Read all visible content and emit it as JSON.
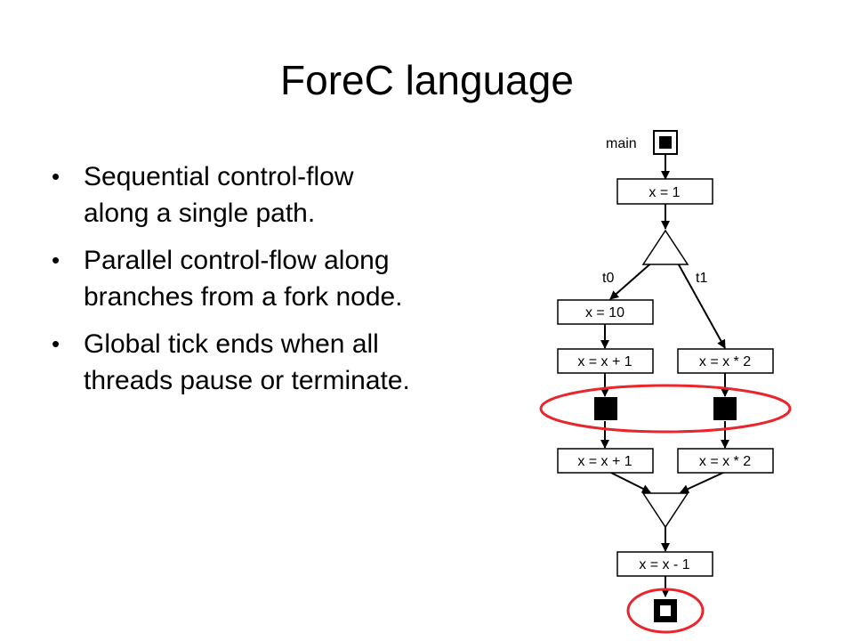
{
  "slide": {
    "title": "ForeC language",
    "bullets": [
      {
        "line1": "Sequential control-flow",
        "line2": "along a single path."
      },
      {
        "line1": "Parallel control-flow along",
        "line2": "branches from a fork node."
      },
      {
        "line1": "Global tick ends when all",
        "line2": "threads pause or terminate."
      }
    ]
  },
  "diagram": {
    "main_label": "main",
    "nodes": {
      "assign_x1": "x = 1",
      "assign_x10": "x = 10",
      "t0_inc_a": "x = x + 1",
      "t1_mul_a": "x = x * 2",
      "t0_inc_b": "x = x + 1",
      "t1_mul_b": "x = x * 2",
      "dec": "x = x - 1"
    },
    "thread_labels": {
      "t0": "t0",
      "t1": "t1"
    },
    "highlight_color": "#e8262b"
  }
}
